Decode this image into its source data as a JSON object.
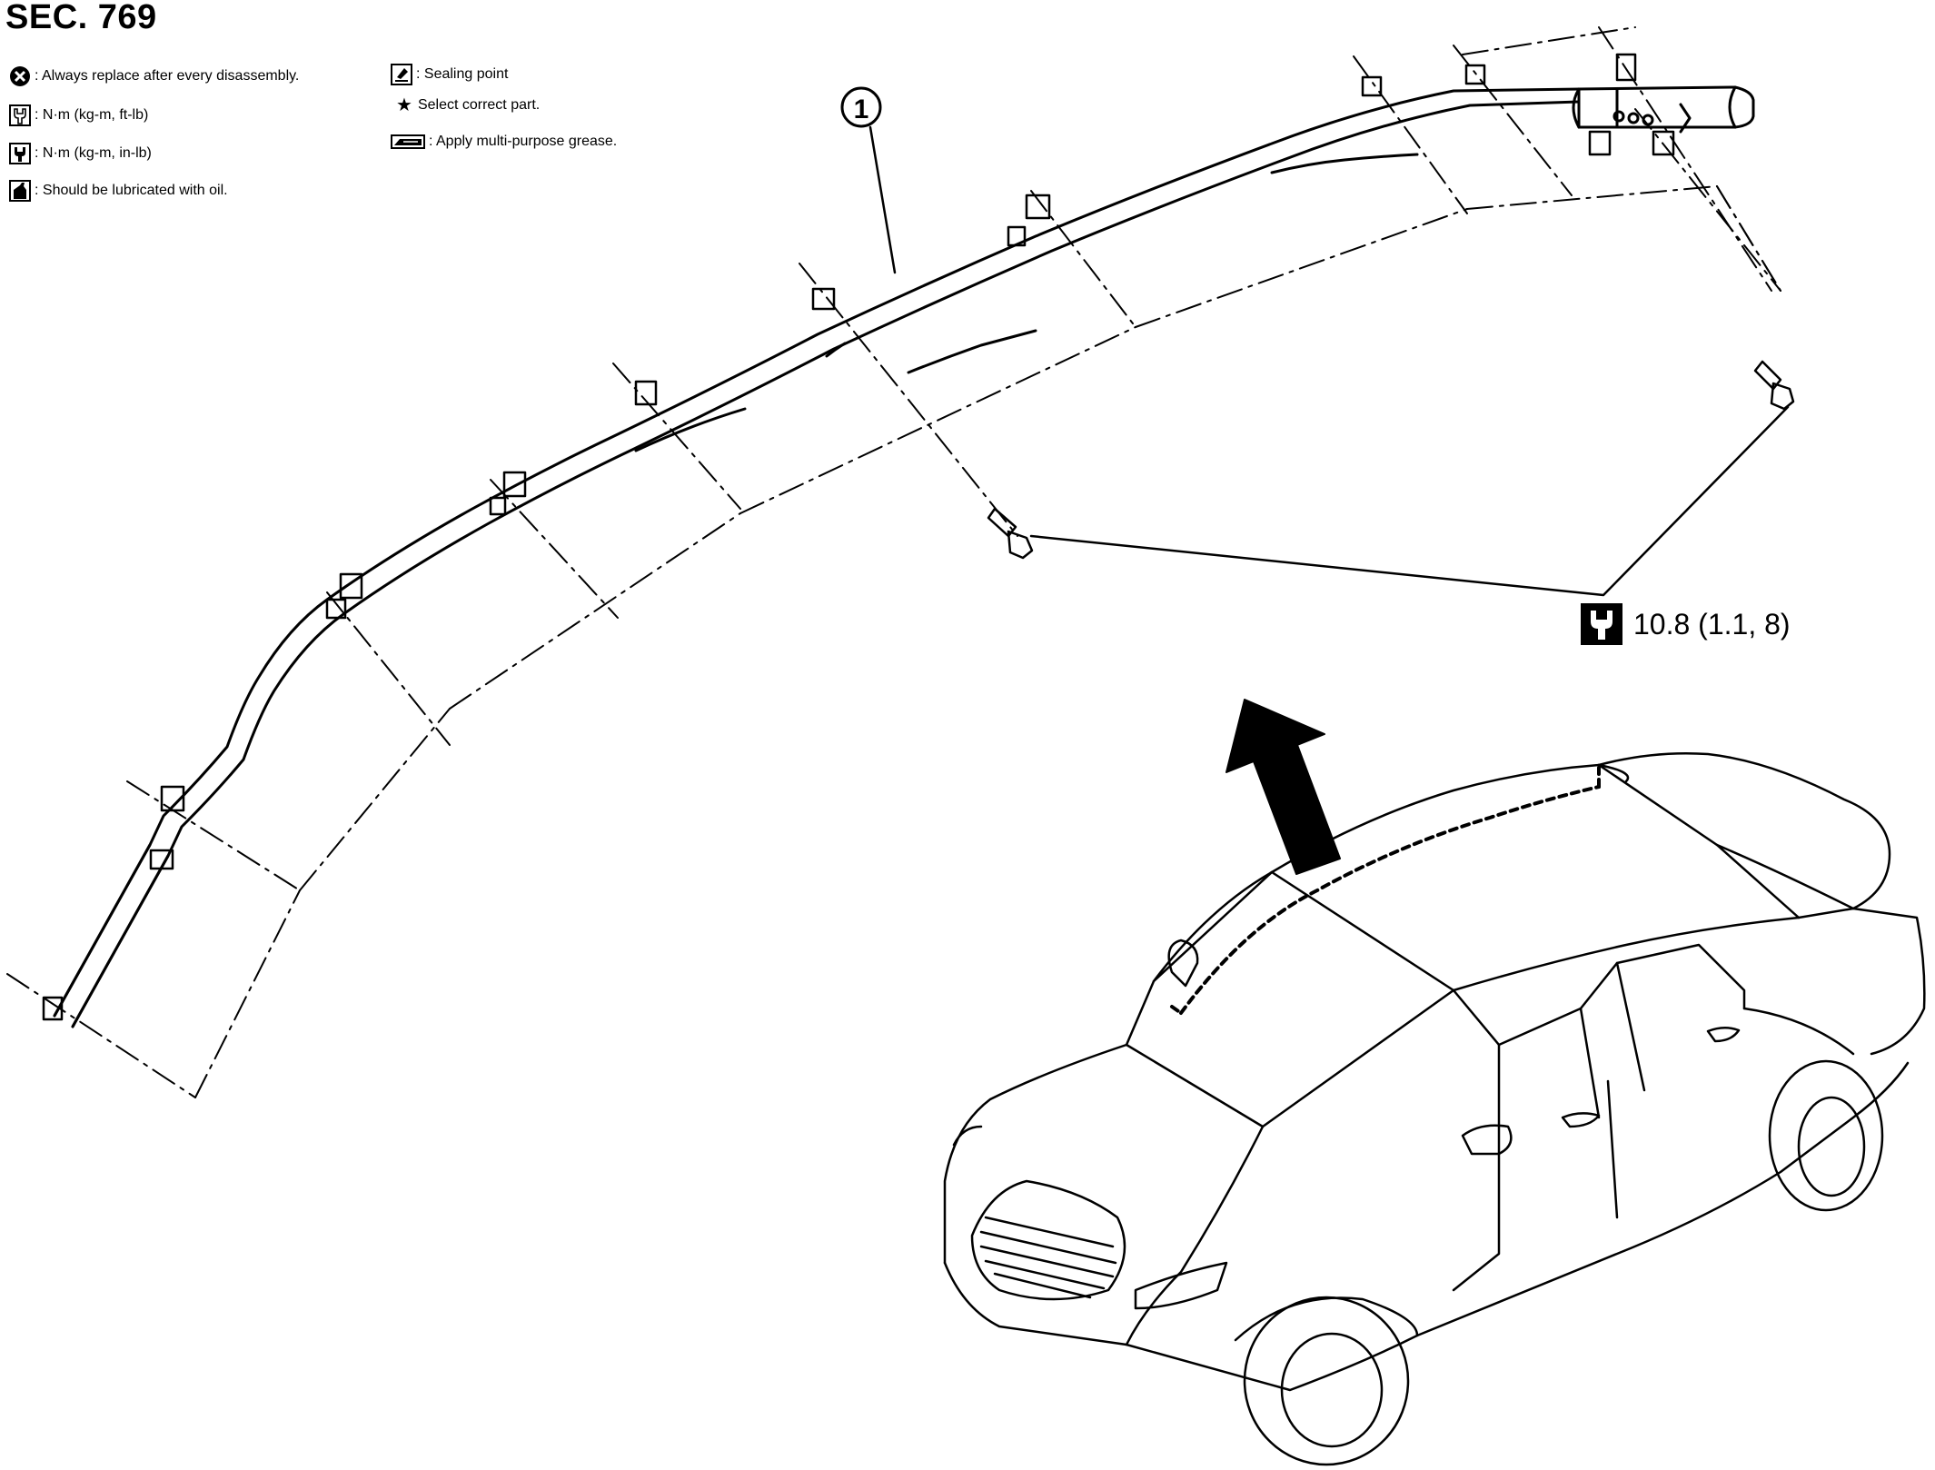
{
  "header": {
    "section": "SEC. 769"
  },
  "legend": {
    "always_replace": {
      "icon": "always-replace-icon",
      "text": ": Always replace after every disassembly."
    },
    "torque_ft_lb": {
      "icon": "torque-wrench-icon",
      "text": ": N·m (kg-m, ft-lb)"
    },
    "torque_in_lb": {
      "icon": "torque-wrench-filled-icon",
      "text": ": N·m (kg-m, in-lb)"
    },
    "oil": {
      "icon": "oil-can-icon",
      "text": ": Should be lubricated with oil."
    },
    "sealing": {
      "icon": "sealing-point-icon",
      "text": ": Sealing point"
    },
    "select_part": {
      "icon": "star-icon",
      "text": "Select correct part."
    },
    "grease": {
      "icon": "grease-icon",
      "text": ": Apply multi-purpose grease."
    }
  },
  "diagram": {
    "part_callout": "1",
    "torque_spec": {
      "icon": "torque-wrench-icon",
      "value": "10.8 (1.1, 8)"
    }
  }
}
